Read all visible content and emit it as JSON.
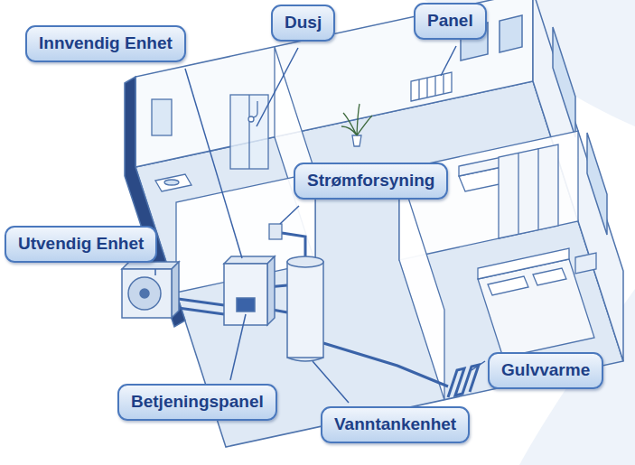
{
  "diagram": {
    "nodes": [
      {
        "text": [
          "Dusj"
        ]
      },
      {
        "text": [
          "Panel"
        ]
      },
      {
        "text": [
          "Innvendig Enhet"
        ]
      },
      {
        "text": [
          "Strømforsyning"
        ]
      },
      {
        "text": [
          "Utvendig Enhet"
        ]
      },
      {
        "text": [
          "Gulvvarme"
        ]
      },
      {
        "text": [
          "Betjeningspanel"
        ]
      },
      {
        "text": [
          "Vanntankenhet"
        ]
      }
    ]
  }
}
